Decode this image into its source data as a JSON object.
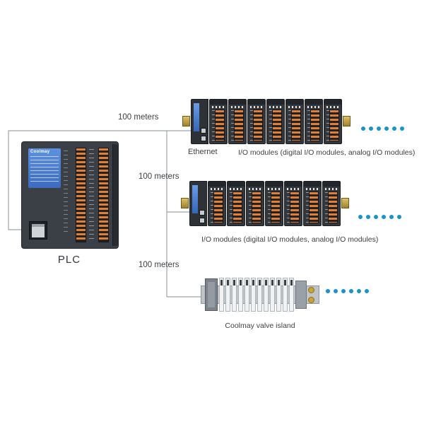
{
  "plc": {
    "brand": "Coolmay",
    "label": "PLC"
  },
  "connections": {
    "distance_top": "100 meters",
    "distance_middle": "100 meters",
    "distance_bottom": "100 meters"
  },
  "captions": {
    "ethernet": "Ethernet",
    "io_top": "I/O modules (digital I/O modules, analog I/O modules)",
    "io_middle": "I/O modules (digital I/O modules, analog I/O modules)",
    "valve": "Coolmay valve island"
  },
  "colors": {
    "wire": "#9aa3ab",
    "dots": "#1a93cc",
    "device_dark": "#34383d",
    "terminal_orange": "#e07f35",
    "accent_blue": "#4a7fd4",
    "clip_yellow": "#c9a43e",
    "text": "#3d4145"
  }
}
